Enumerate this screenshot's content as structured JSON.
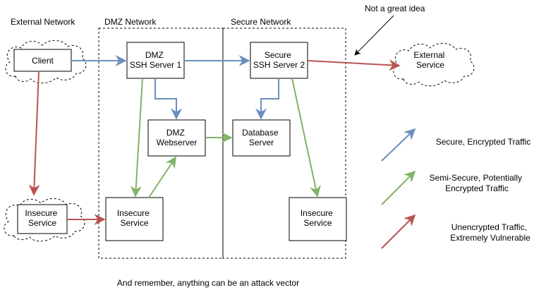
{
  "colors": {
    "secure": "#6c8ebf",
    "semi_secure": "#82b366",
    "unencrypted": "#b85450",
    "black": "#000000"
  },
  "zones": {
    "external": "External Network",
    "dmz": "DMZ Network",
    "secure": "Secure Network"
  },
  "nodes": {
    "client": "Client",
    "dmz_ssh": [
      "DMZ",
      "SSH Server 1"
    ],
    "secure_ssh": [
      "Secure",
      "SSH Server 2"
    ],
    "external_service": [
      "External",
      "Service"
    ],
    "dmz_web": [
      "DMZ",
      "Webserver"
    ],
    "database": [
      "Database",
      "Server"
    ],
    "insecure_ext": [
      "Insecure",
      "Service"
    ],
    "insecure_dmz": [
      "Insecure",
      "Service"
    ],
    "insecure_secure": [
      "Insecure",
      "Service"
    ]
  },
  "annotation": "Not a great idea",
  "legend": {
    "secure": [
      "Secure, Encrypted Traffic"
    ],
    "semi": [
      "Semi-Secure, Potentially",
      "Encrypted Traffic"
    ],
    "unencrypted": [
      "Unencrypted Traffic,",
      "Extremely Vulnerable"
    ]
  },
  "footer": "And remember, anything can be an attack vector"
}
